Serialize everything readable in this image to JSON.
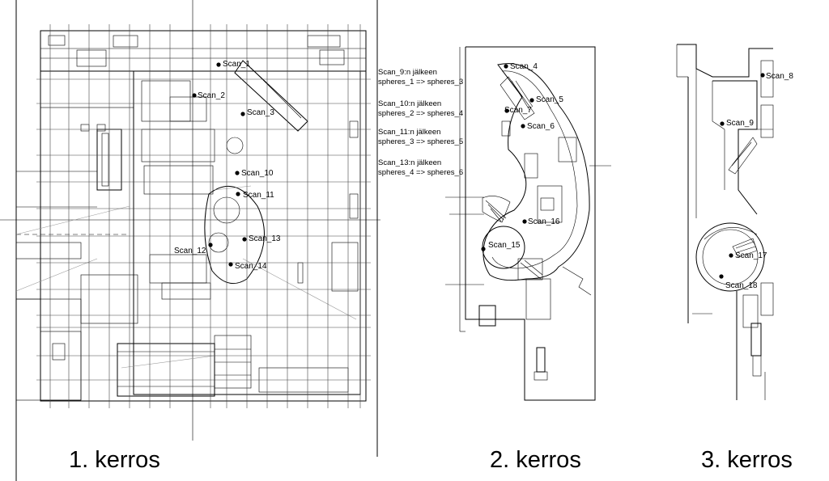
{
  "notes": [
    {
      "line1": "Scan_9:n jälkeen",
      "line2": "spheres_1 => spheres_3"
    },
    {
      "line1": "Scan_10:n jälkeen",
      "line2": "spheres_2 => spheres_4"
    },
    {
      "line1": "Scan_11:n jälkeen",
      "line2": "spheres_3 => spheres_5"
    },
    {
      "line1": "Scan_13:n jälkeen",
      "line2": "spheres_4 => spheres_6"
    }
  ],
  "floors": [
    {
      "label": "1. kerros"
    },
    {
      "label": "2. kerros"
    },
    {
      "label": "3. kerros"
    }
  ],
  "scans": {
    "scan_1": "Scan_1",
    "scan_2": "Scan_2",
    "scan_3": "Scan_3",
    "scan_10": "Scan_10",
    "scan_11": "Scan_11",
    "scan_12": "Scan_12",
    "scan_13": "Scan_13",
    "scan_14": "Scan_14",
    "scan_4": "Scan_4",
    "scan_5": "Scan_5",
    "scan_6": "Scan_6",
    "scan_7": "Scan_7",
    "scan_15": "Scan_15",
    "scan_16": "Scan_16",
    "scan_8": "Scan_8",
    "scan_9": "Scan_9",
    "scan_17": "Scan_17",
    "scan_18": "Scan_18"
  }
}
